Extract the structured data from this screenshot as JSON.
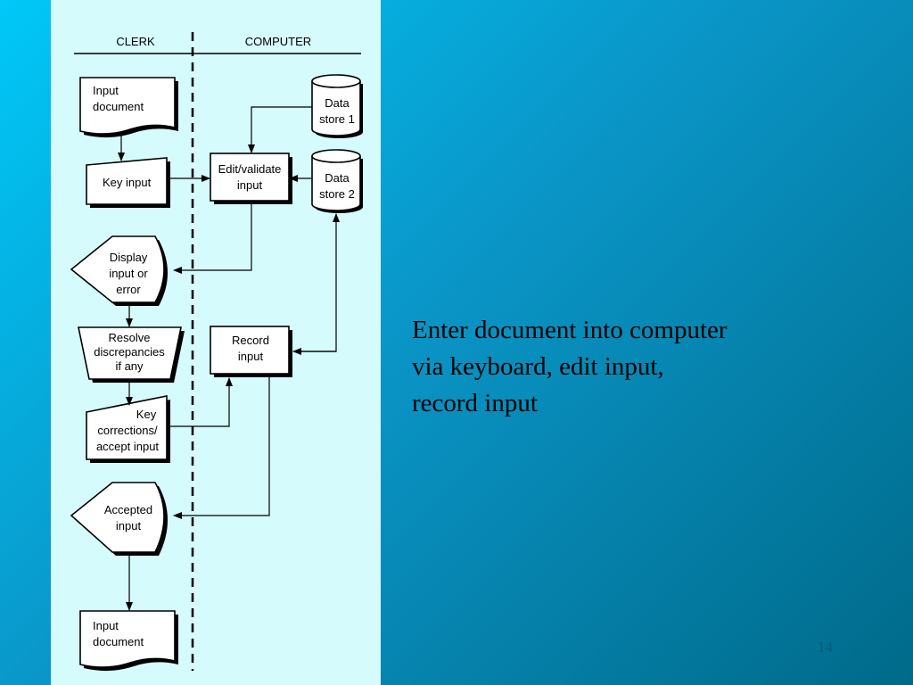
{
  "diagram": {
    "columns": {
      "left": "CLERK",
      "right": "COMPUTER"
    },
    "nodes": {
      "input_document_top": [
        "Input",
        "document"
      ],
      "key_input": [
        "Key input"
      ],
      "edit_validate": [
        "Edit/validate",
        "input"
      ],
      "data_store_1": [
        "Data",
        "store 1"
      ],
      "data_store_2": [
        "Data",
        "store 2"
      ],
      "display_input_error": [
        "Display",
        "input or",
        "error"
      ],
      "resolve_discrepancies": [
        "Resolve",
        "discrepancies",
        "if any"
      ],
      "record_input": [
        "Record",
        "input"
      ],
      "key_corrections": [
        "Key",
        "corrections/",
        "accept input"
      ],
      "accepted_input": [
        "Accepted",
        "input"
      ],
      "input_document_bottom": [
        "Input",
        "document"
      ]
    }
  },
  "caption": {
    "lines": [
      "Enter document into computer",
      "via keyboard, edit input,",
      "record input"
    ]
  },
  "page_number": "14"
}
